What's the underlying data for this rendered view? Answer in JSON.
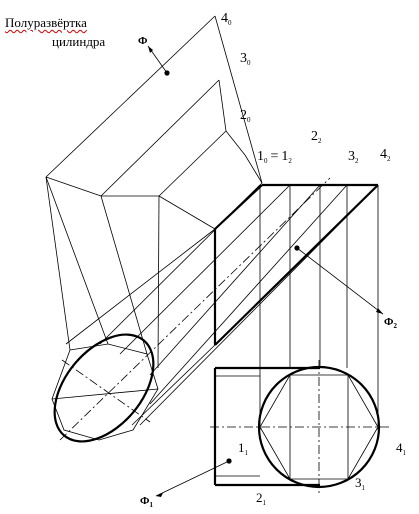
{
  "title": {
    "line1": "Полуразвёртка",
    "line2": "цилиндра"
  },
  "labels": {
    "phi": "Ф",
    "sub_phi_top": "",
    "sub_phi_2": "2",
    "sub_phi_1": "1",
    "dev": [
      {
        "num": "4",
        "sub": "0"
      },
      {
        "num": "3",
        "sub": "0"
      },
      {
        "num": "2",
        "sub": "0"
      }
    ],
    "eq_left": {
      "num": "1",
      "sub": "0"
    },
    "eq_sign": "=",
    "eq_right": {
      "num": "1",
      "sub": "2"
    },
    "front": [
      {
        "num": "2",
        "sub": "2"
      },
      {
        "num": "3",
        "sub": "2"
      },
      {
        "num": "4",
        "sub": "2"
      }
    ],
    "plan": [
      {
        "num": "1",
        "sub": "1"
      },
      {
        "num": "2",
        "sub": "1"
      },
      {
        "num": "3",
        "sub": "1"
      },
      {
        "num": "4",
        "sub": "1"
      }
    ]
  }
}
